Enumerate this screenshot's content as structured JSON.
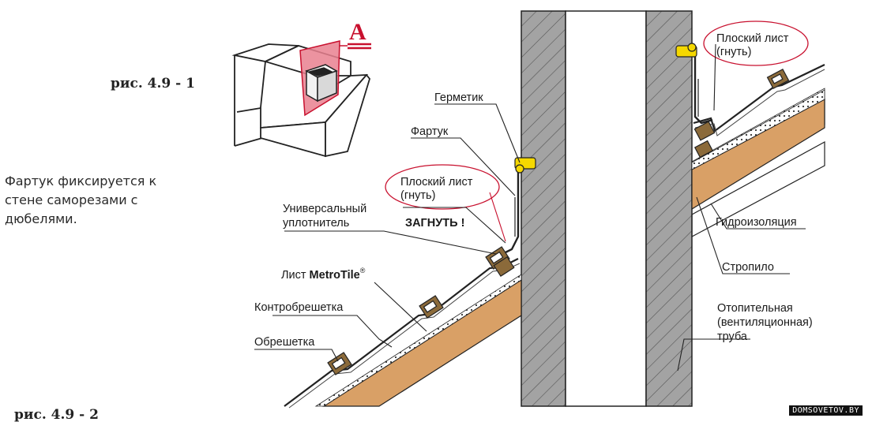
{
  "figure_top_label": "рис. 4.9 - 1",
  "figure_bottom_label": "рис. 4.9 - 2",
  "note_text": "Фартук фиксируется к стене саморезами с дюбелями.",
  "section_marker": "А",
  "labels": {
    "hermetic": "Герметик",
    "apron": "Фартук",
    "flat_sheet_left_1": "Плоский лист",
    "flat_sheet_left_2": "(гнуть)",
    "flat_sheet_right_1": "Плоский лист",
    "flat_sheet_right_2": "(гнуть)",
    "universal_seal_1": "Универсальный",
    "universal_seal_2": "уплотнитель",
    "bend_warning": "ЗАГНУТЬ !",
    "sheet_prefix": "Лист ",
    "sheet_brand": "MetroTile",
    "sheet_reg": "®",
    "counter_batten": "Контробрешетка",
    "batten": "Обрешетка",
    "waterproofing": "Гидроизоляция",
    "rafter": "Стропило",
    "chimney_1": "Отопительная",
    "chimney_2": "(вентиляционная)",
    "chimney_3": "труба"
  },
  "watermark": "DOMSOVETOV.BY",
  "colors": {
    "wall_gray": "#a3a3a3",
    "flue_white": "#ffffff",
    "rafter_orange": "#d9a066",
    "sealant_yellow": "#f5d800",
    "highlight_red": "#c8102e",
    "line_dark": "#222222",
    "tile_brown": "#8b6a3a"
  }
}
